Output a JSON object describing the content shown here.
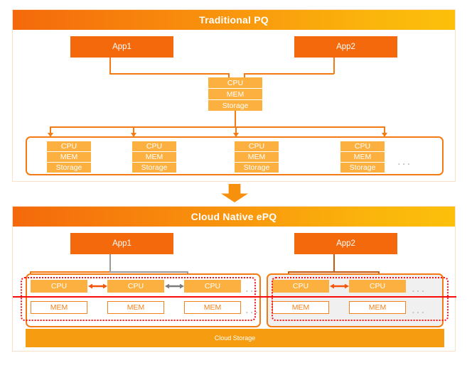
{
  "colors": {
    "header_gradient_start": "#f4690b",
    "header_gradient_end": "#fcc00b",
    "app_box": "#f4690b",
    "resource_box": "#fbb040",
    "group_border": "#f47a14",
    "highlight_red": "#fb0a0a",
    "cloud_storage": "#f59c11",
    "gray_connector": "#9a9a9a",
    "dark_connector": "#c35a12",
    "gray_group_fill": "#f0f0f0",
    "dots": "#b9b9b9"
  },
  "top_panel": {
    "title": "Traditional PQ",
    "apps": [
      {
        "label": "App1"
      },
      {
        "label": "App2"
      }
    ],
    "coordinator": {
      "rows": [
        "CPU",
        "MEM",
        "Storage"
      ]
    },
    "worker_group": {
      "nodes": [
        {
          "rows": [
            "CPU",
            "MEM",
            "Storage"
          ]
        },
        {
          "rows": [
            "CPU",
            "MEM",
            "Storage"
          ]
        },
        {
          "rows": [
            "CPU",
            "MEM",
            "Storage"
          ]
        },
        {
          "rows": [
            "CPU",
            "MEM",
            "Storage"
          ]
        }
      ],
      "ellipsis": "..."
    }
  },
  "transition": {
    "icon": "down-arrow-icon"
  },
  "bottom_panel": {
    "title": "Cloud Native ePQ",
    "apps": [
      {
        "label": "App1"
      },
      {
        "label": "App2"
      }
    ],
    "groups": [
      {
        "name": "app1-elastic-group",
        "cpu_cells": [
          "CPU",
          "CPU",
          "CPU"
        ],
        "mem_cells": [
          "MEM",
          "MEM",
          "MEM"
        ],
        "cpu_ellipsis": "...",
        "mem_ellipsis": "..."
      },
      {
        "name": "app2-elastic-group",
        "cpu_cells": [
          "CPU",
          "CPU"
        ],
        "mem_cells": [
          "MEM",
          "MEM"
        ],
        "cpu_ellipsis": "...",
        "mem_ellipsis": "..."
      }
    ],
    "storage": {
      "label": "Cloud Storage"
    }
  }
}
